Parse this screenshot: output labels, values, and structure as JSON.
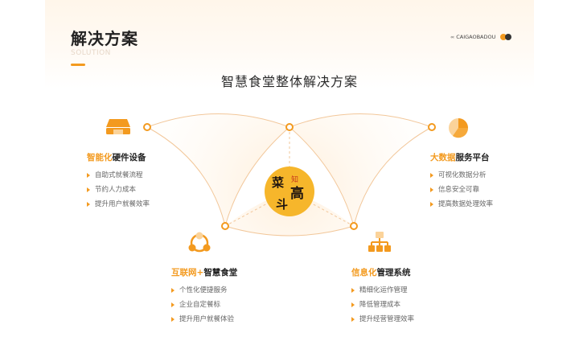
{
  "header": {
    "title": "解决方案",
    "subtitle": "SOLUTION",
    "brand": "CAIGAOBADOU",
    "brand_arrows": "‹‹‹"
  },
  "main_title": "智慧食堂整体解决方案",
  "logo": {
    "char1": "菜",
    "char2": "高",
    "char3": "斗",
    "seal": "知"
  },
  "colors": {
    "accent": "#f39a1f",
    "logo_bg": "#f6b62b",
    "arc": "#f2c79a"
  },
  "blocks": [
    {
      "icon": "hardware-device-icon",
      "title_highlight": "智能化",
      "title_rest": "硬件设备",
      "items": [
        "自助式就餐流程",
        "节约人力成本",
        "提升用户就餐效率"
      ]
    },
    {
      "icon": "pie-chart-icon",
      "title_highlight": "大数据",
      "title_rest": "服务平台",
      "items": [
        "可视化数据分析",
        "信息安全可靠",
        "提高数据处理效率"
      ]
    },
    {
      "icon": "people-network-icon",
      "title_highlight": "互联网+",
      "title_rest": "智慧食堂",
      "items": [
        "个性化便捷服务",
        "企业自定餐标",
        "提升用户就餐体验"
      ]
    },
    {
      "icon": "org-structure-icon",
      "title_highlight": "信息化",
      "title_rest": "管理系统",
      "items": [
        "精细化运作管理",
        "降低管理成本",
        "提升经营管理效率"
      ]
    }
  ]
}
